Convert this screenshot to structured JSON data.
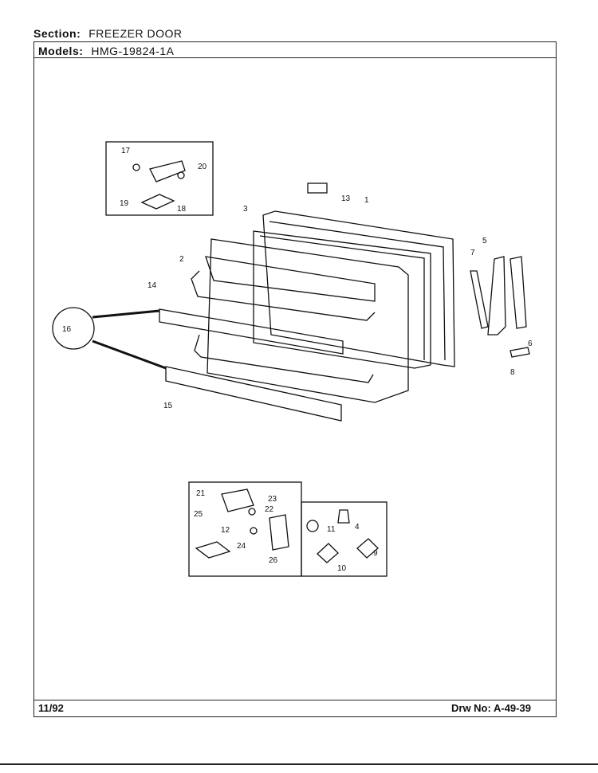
{
  "header": {
    "section_label": "Section:",
    "section_value": "FREEZER DOOR",
    "models_label": "Models:",
    "models_value": "HMG-19824-1A"
  },
  "footer": {
    "date": "11/92",
    "drawing_label": "Drw No:",
    "drawing_number": "A-49-39"
  },
  "callouts": [
    "1",
    "2",
    "3",
    "4",
    "5",
    "6",
    "7",
    "8",
    "9",
    "10",
    "11",
    "12",
    "13",
    "14",
    "15",
    "16",
    "17",
    "18",
    "19",
    "20",
    "21",
    "22",
    "23",
    "24",
    "25",
    "26"
  ]
}
